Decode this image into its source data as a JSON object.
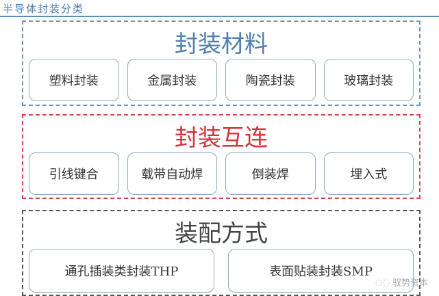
{
  "header": {
    "title": "半导体封装分类"
  },
  "sections": [
    {
      "id": "materials",
      "heading": "封装材料",
      "color": "#4f7fae",
      "items": [
        "塑料封装",
        "金属封装",
        "陶瓷封装",
        "玻璃封装"
      ]
    },
    {
      "id": "interconnect",
      "heading": "封装互连",
      "color": "#d7323c",
      "items": [
        "引线键合",
        "载带自动焊",
        "倒装焊",
        "埋入式"
      ]
    },
    {
      "id": "assembly",
      "heading": "装配方式",
      "color": "#444444",
      "items": [
        "通孔插装类封装THP",
        "表面贴装封装SMP"
      ]
    }
  ],
  "watermark": {
    "icon": "wechat-icon",
    "text": "驭势资本"
  }
}
